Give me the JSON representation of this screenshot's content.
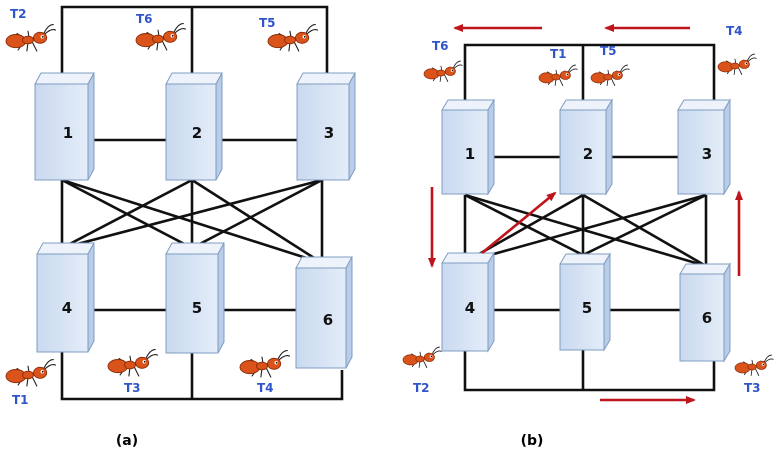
{
  "panel_a": {
    "caption": "(a)",
    "blocks": [
      "1",
      "2",
      "3",
      "4",
      "5",
      "6"
    ],
    "ants": [
      "T2",
      "T6",
      "T5",
      "T1",
      "T3",
      "T4"
    ]
  },
  "panel_b": {
    "caption": "(b)",
    "blocks": [
      "1",
      "2",
      "3",
      "4",
      "5",
      "6"
    ],
    "ants": [
      "T6",
      "T1",
      "T5",
      "T4",
      "T2",
      "T3"
    ]
  },
  "colors": {
    "block_fill": "#dbe7f7",
    "block_edge": "#7f9cc0",
    "link": "#111111",
    "arrow": "#c0141c",
    "ant_body": "#d9531b",
    "label": "#2f55c8"
  },
  "icons": {
    "ant": "ant-icon",
    "arrow": "arrow-icon"
  }
}
